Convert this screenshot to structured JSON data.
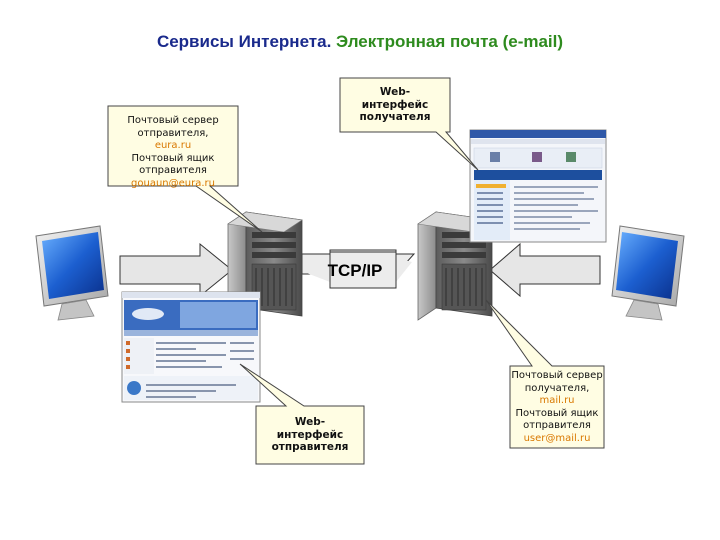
{
  "title": {
    "part1": "Сервисы Интернета.",
    "part2": "Электронная почта (e-mail)"
  },
  "colors": {
    "title_part1": "#1a2a8c",
    "title_part2": "#2e8b1e",
    "callout_fill": "#fffde3",
    "arrow_fill": "#e6e6e6",
    "accent_text": "#d97800"
  },
  "sender_server_callout": {
    "line1": "Почтовый сервер",
    "line2": "отправителя,",
    "domain": "eura.ru",
    "line4": "Почтовый ящик",
    "line5": "отправителя",
    "email": "gouaun@eura.ru"
  },
  "receiver_web_callout": {
    "line1": "Web-",
    "line2": "интерфейс",
    "line3": "получателя"
  },
  "sender_web_callout": {
    "line1": "Web-",
    "line2": "интерфейс",
    "line3": "отправителя"
  },
  "receiver_server_callout": {
    "line1": "Почтовый сервер",
    "line2": "получателя,",
    "domain": "mail.ru",
    "line4": "Почтовый ящик",
    "line5": "отправителя",
    "email": "user@mail.ru"
  },
  "protocol_label": "TCP/IP",
  "icons": [
    "monitor-icon",
    "server-icon",
    "browser-screenshot-icon"
  ]
}
